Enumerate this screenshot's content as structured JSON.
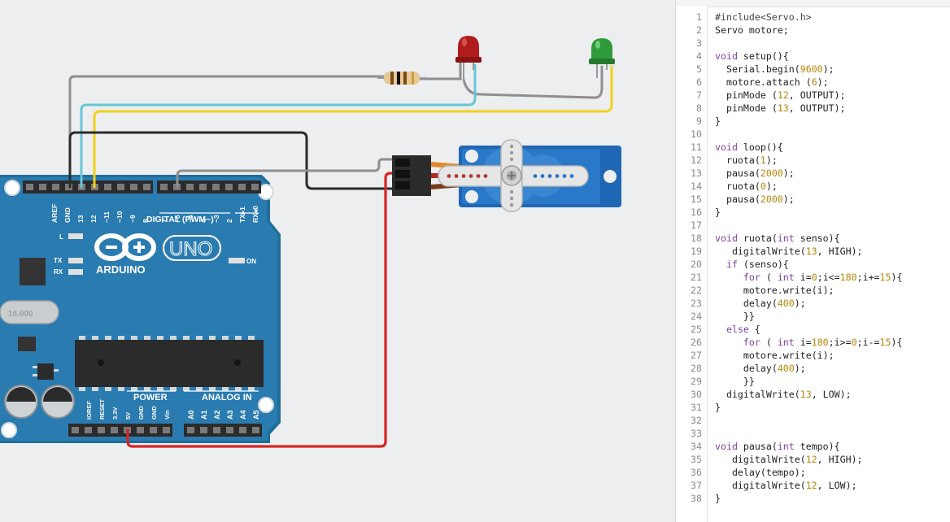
{
  "board": {
    "brand": "ARDUINO",
    "model": "UNO",
    "crystal": "16.000",
    "digital_label": "DIGITAL (PWM~)",
    "power_label": "POWER",
    "analog_label": "ANALOG IN",
    "on_label": "ON",
    "l_label": "L",
    "tx_label": "TX",
    "rx_label": "RX",
    "digital_pins": [
      "AREF",
      "GND",
      "13",
      "12",
      "~11",
      "~10",
      "~9",
      "8",
      "7",
      "~6",
      "~5",
      "4",
      "~3",
      "2",
      "TX▸1",
      "RX◂0"
    ],
    "power_pins": [
      "IOREF",
      "RESET",
      "3.3V",
      "5V",
      "GND",
      "GND",
      "Vin"
    ],
    "analog_pins": [
      "A0",
      "A1",
      "A2",
      "A3",
      "A4",
      "A5"
    ]
  },
  "components": {
    "led_red_color": "#b01c1c",
    "led_green_color": "#2e9a3a",
    "wire_colors": {
      "gray": "#8f8f8f",
      "cyan": "#68c6d6",
      "yellow": "#f2d21b",
      "black": "#2b2b2b",
      "red": "#d62424"
    }
  },
  "editor": {
    "lines": [
      "#include<Servo.h>",
      "Servo motore;",
      "",
      "void setup(){",
      "  Serial.begin(9600);",
      "  motore.attach (6);",
      "  pinMode (12, OUTPUT);",
      "  pinMode (13, OUTPUT);",
      "}",
      "",
      "void loop(){",
      "  ruota(1);",
      "  pausa(2000);",
      "  ruota(0);",
      "  pausa(2000);",
      "}",
      "",
      "void ruota(int senso){",
      "   digitalWrite(13, HIGH);",
      "  if (senso){",
      "     for ( int i=0;i<=180;i+=15){",
      "     motore.write(i);",
      "     delay(400);",
      "     }}",
      "  else {",
      "     for ( int i=180;i>=0;i-=15){",
      "     motore.write(i);",
      "     delay(400);",
      "     }}",
      "  digitalWrite(13, LOW);",
      "}",
      "",
      "",
      "void pausa(int tempo){",
      "   digitalWrite(12, HIGH);",
      "   delay(tempo);",
      "   digitalWrite(12, LOW);",
      "}"
    ]
  }
}
